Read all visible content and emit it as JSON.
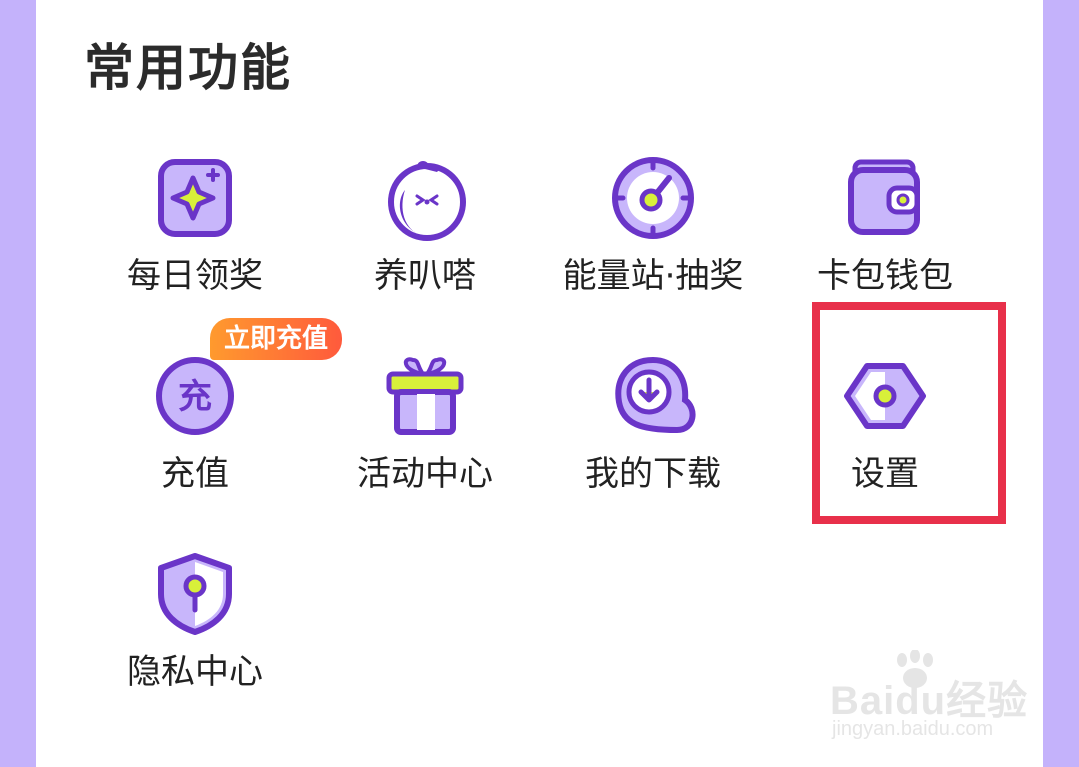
{
  "section": {
    "title": "常用功能"
  },
  "items": [
    {
      "label": "每日领奖",
      "icon": "sparkle-card-icon"
    },
    {
      "label": "养叭嗒",
      "icon": "chick-icon"
    },
    {
      "label": "能量站·抽奖",
      "icon": "lottery-dial-icon"
    },
    {
      "label": "卡包钱包",
      "icon": "wallet-icon"
    },
    {
      "label": "充值",
      "icon": "recharge-icon"
    },
    {
      "label": "活动中心",
      "icon": "gift-icon"
    },
    {
      "label": "我的下载",
      "icon": "download-cloud-icon"
    },
    {
      "label": "设置",
      "icon": "settings-hexagon-icon"
    },
    {
      "label": "隐私中心",
      "icon": "privacy-shield-icon"
    }
  ],
  "badge": {
    "text": "立即充值"
  },
  "recharge_icon_glyph": "充",
  "watermark": {
    "main": "Baidu经验",
    "sub": "jingyan.baidu.com"
  },
  "colors": {
    "purple_dark": "#6a35c8",
    "purple_light": "#a98cf5",
    "purple_fill": "#c8b6fb",
    "accent_yellow": "#d8f03a",
    "highlight_red": "#e8304a",
    "side_background": "#c4b2fb"
  }
}
